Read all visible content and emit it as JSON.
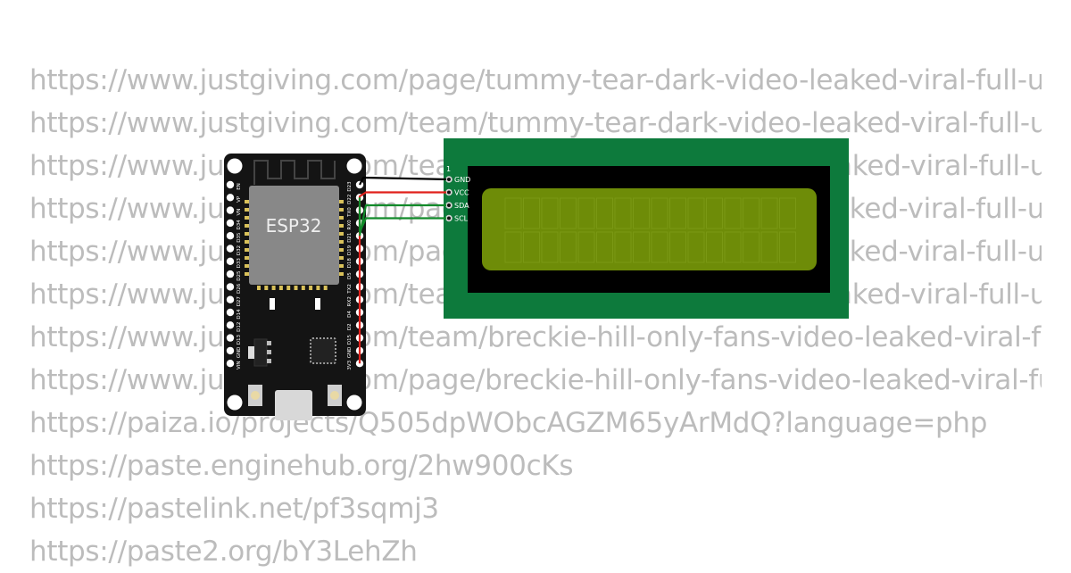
{
  "url_lines": [
    "https://www.justgiving.com/page/tummy-tear-dark-video-leaked-viral-full-update",
    "https://www.justgiving.com/team/tummy-tear-dark-video-leaked-viral-full-update",
    "https://www.justgiving.com/team/tummy-tear-dark-video-leaked-viral-full-update",
    "https://www.justgiving.com/page/tummy-tear-dark-video-leaked-viral-full-update",
    "https://www.justgiving.com/page/tummy-tear-dark-video-leaked-viral-full-update",
    "https://www.justgiving.com/team/tummy-tear-dark-video-leaked-viral-full-update",
    "https://www.justgiving.com/team/breckie-hill-only-fans-video-leaked-viral-full",
    "https://www.justgiving.com/page/breckie-hill-only-fans-video-leaked-viral-full",
    "https://paiza.io/projects/Q505dpWObcAGZM65yArMdQ?language=php",
    "https://paste.enginehub.org/2hw900cKs",
    "https://pastelink.net/pf3sqmj3",
    "https://paste2.org/bY3LehZh"
  ],
  "esp32": {
    "chip_label": "ESP32",
    "left_pins": [
      "EN",
      "VP",
      "VN",
      "D34",
      "D35",
      "D32",
      "D33",
      "D25",
      "D26",
      "D27",
      "D14",
      "D12",
      "D13",
      "GND",
      "VIN"
    ],
    "right_pins": [
      "D23",
      "D22",
      "TX0",
      "RX0",
      "D21",
      "D19",
      "D18",
      "D5",
      "TX2",
      "RX2",
      "D4",
      "D2",
      "D15",
      "GND",
      "3V3"
    ]
  },
  "lcd": {
    "pin_marker": "1",
    "pins": [
      "GND",
      "VCC",
      "SDA",
      "SCL"
    ],
    "colors": {
      "pcb": "#0d7a3c",
      "bezel": "#000000",
      "screen": "#6e8c08",
      "char_cell": "#7a9814"
    }
  },
  "wires": {
    "colors": {
      "gnd": "#000000",
      "vcc": "#e0201b",
      "sda": "#118a2a",
      "scl": "#118a2a"
    }
  }
}
